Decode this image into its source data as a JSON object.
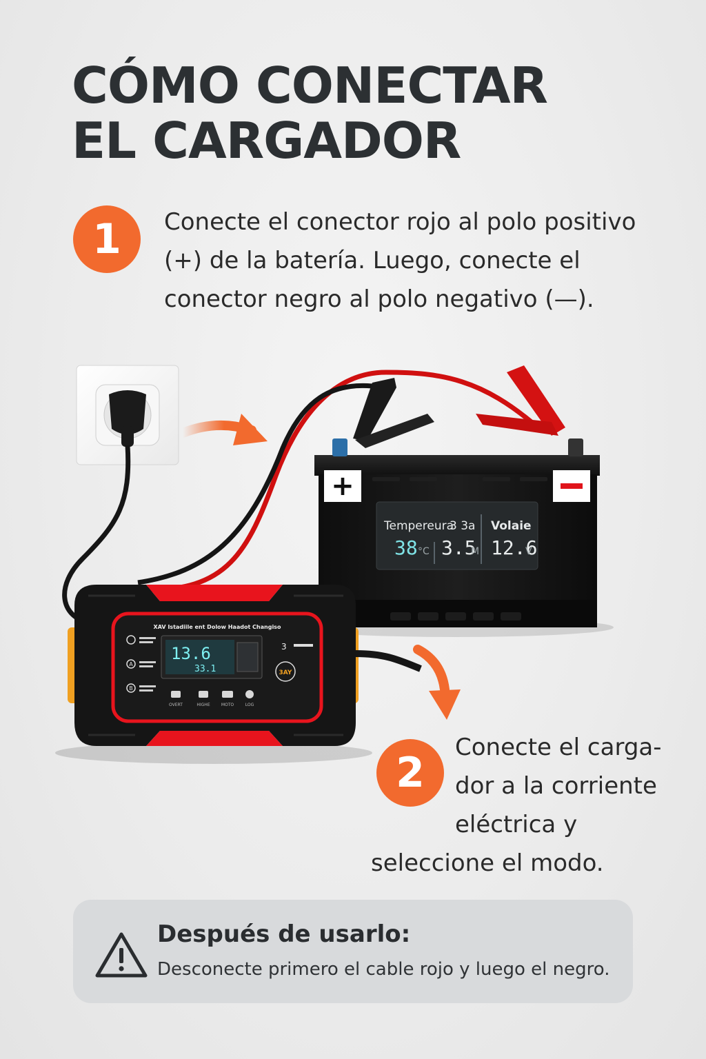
{
  "title": {
    "line1": "CÓMO CONECTAR",
    "line2": "EL CARGADOR"
  },
  "step1": {
    "number": "1",
    "lines": [
      "Conecte el conector rojo al polo positivo",
      "(+) de la batería. Luego, conecte el",
      "conector negro al polo negativo (—)."
    ]
  },
  "battery": {
    "plus_sign": "+",
    "display": {
      "label_temp": "Tempereura",
      "label_mid": "3 3a",
      "label_volt": "Volaie",
      "temp_value": "38",
      "temp_unit": "°C",
      "current_value": "3.5",
      "current_unit": "M",
      "voltage_value": "12.6",
      "voltage_unit": "V"
    }
  },
  "charger": {
    "header": "XAV Istadiile ent Dolow Haadot Changiso",
    "lcd_main": "13.6",
    "lcd_sub": "33.1",
    "right_label": "3",
    "brand": "3AY",
    "mode_buttons": [
      "A",
      "B"
    ],
    "mode_labels": [
      "OVERT",
      "HIGHE",
      "MOTO",
      "LOG"
    ],
    "accent_color": "#e8141d"
  },
  "step2": {
    "number": "2",
    "lines": [
      "Conecte el carga-",
      "dor a la corriente",
      "eléctrica y",
      "seleccione el modo."
    ]
  },
  "warning": {
    "heading": "Después de usarlo:",
    "text": "Desconecte primero el cable rojo y luego el negro."
  },
  "colors": {
    "accent": "#f26a2e",
    "title": "#2c3033",
    "warning_bg": "#d8dadc"
  }
}
